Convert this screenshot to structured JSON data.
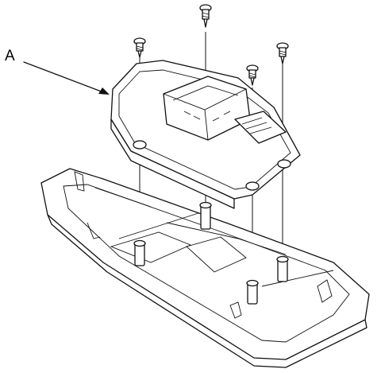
{
  "callout": {
    "label": "A"
  },
  "parts": [
    {
      "name": "control-unit",
      "callout": "A"
    },
    {
      "name": "screw"
    },
    {
      "name": "lower-housing-bracket"
    }
  ],
  "screw_count": 4
}
